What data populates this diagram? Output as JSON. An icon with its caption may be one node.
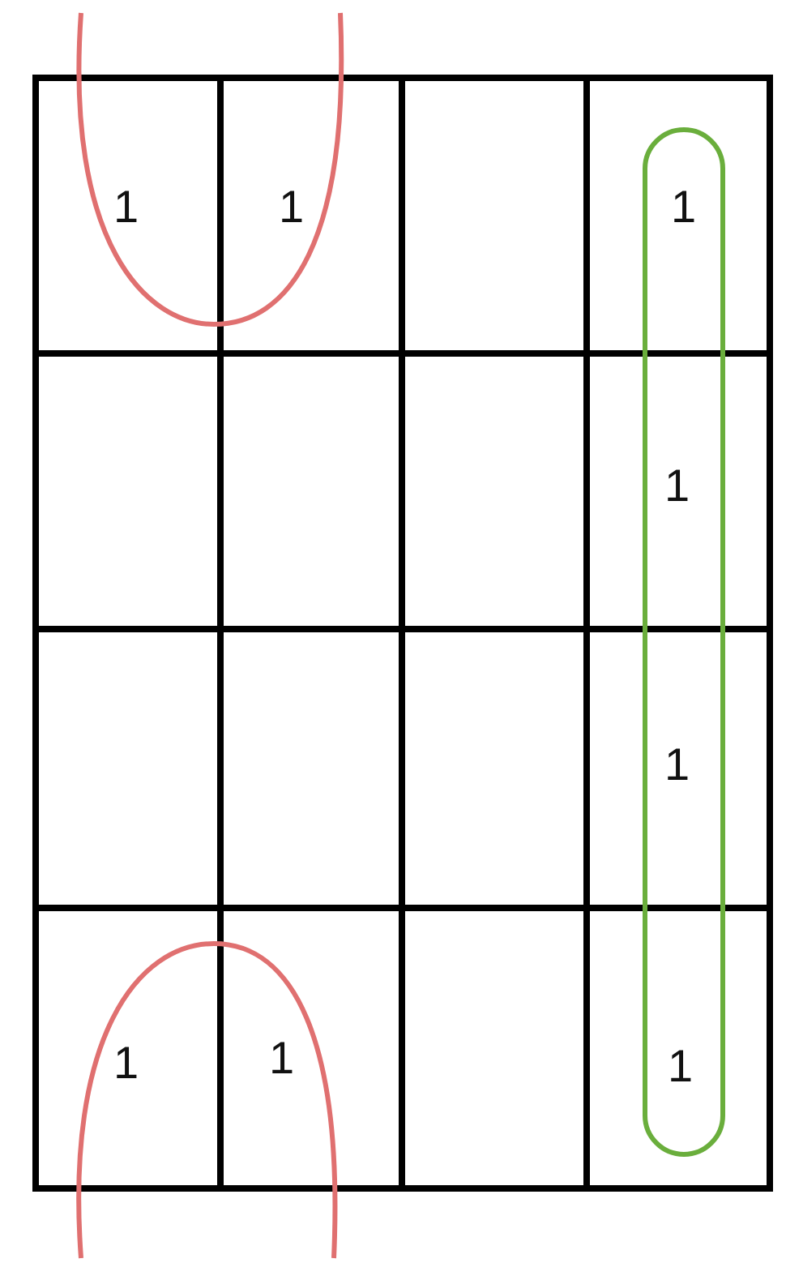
{
  "diagram": {
    "labels": [
      "1",
      "1",
      "1",
      "1",
      "1",
      "1",
      "1",
      "1"
    ]
  }
}
